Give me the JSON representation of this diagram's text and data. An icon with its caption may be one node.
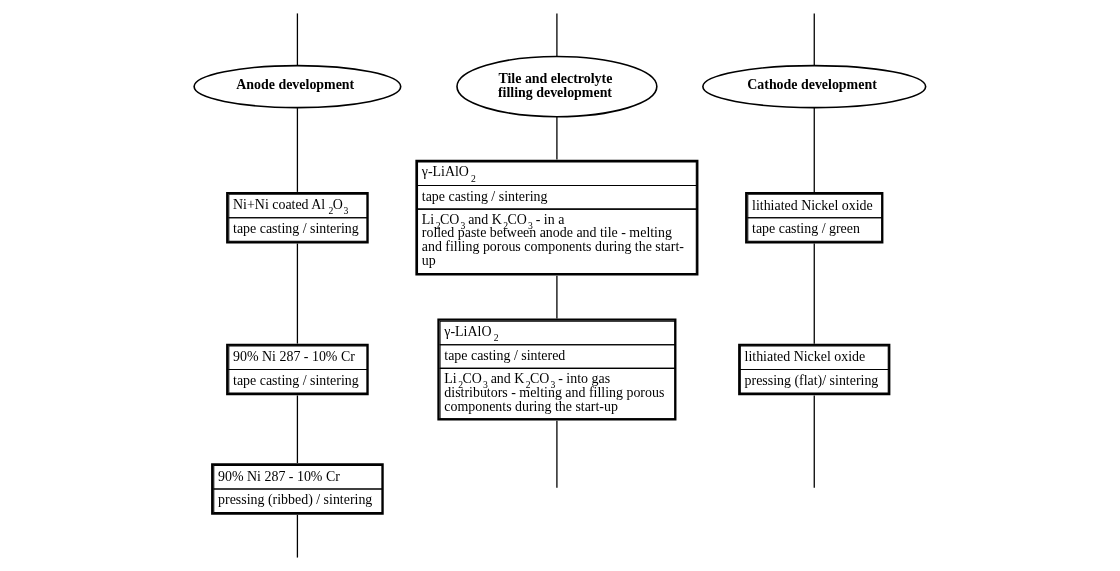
{
  "diagram": {
    "nodes": [
      {
        "text": [
          "Anode development"
        ]
      },
      {
        "text": [
          "Ni+Ni coated Al$_{2}$O$_{3}$",
          "tape casting / sintering"
        ]
      },
      {
        "text": [
          "90% Ni 287 - 10% Cr",
          "tape casting / sintering"
        ]
      },
      {
        "text": [
          "90% Ni 287 - 10% Cr",
          "pressing (ribbed) / sintering"
        ]
      },
      {
        "text": [
          "Tile and electrolyte filling development"
        ]
      },
      {
        "text": [
          "γ-LiAlO$_{2}$",
          "tape casting / sintering",
          "Li$_{2}$CO$_{3}$ and K$_{2}$CO$_{3}$ - in a rolled paste between anode and tile - melting and filling porous components during the start-up"
        ]
      },
      {
        "text": [
          "γ-LiAlO$_{2}$",
          "tape casting / sintered",
          "Li$_{2}$CO$_{3}$ and K$_{2}$CO$_{3}$ - into gas distributors - melting and filling porous components during the start-up"
        ]
      },
      {
        "text": [
          "Cathode development"
        ]
      },
      {
        "text": [
          "lithiated Nickel oxide",
          "tape casting / green"
        ]
      },
      {
        "text": [
          "lithiated Nickel oxide",
          "pressing (flat)/ sintering"
        ]
      }
    ],
    "edges": [
      {
        "from": null,
        "to": 0,
        "arrow": "none"
      },
      {
        "from": 0,
        "to": 1,
        "arrow": "none"
      },
      {
        "from": 1,
        "to": 2,
        "arrow": "none"
      },
      {
        "from": 2,
        "to": 3,
        "arrow": "none"
      },
      {
        "from": 3,
        "to": null,
        "arrow": "none"
      },
      {
        "from": null,
        "to": 4,
        "arrow": "none"
      },
      {
        "from": 4,
        "to": 5,
        "arrow": "none"
      },
      {
        "from": 5,
        "to": 6,
        "arrow": "none"
      },
      {
        "from": 6,
        "to": null,
        "arrow": "none"
      },
      {
        "from": null,
        "to": 7,
        "arrow": "none"
      },
      {
        "from": 7,
        "to": 8,
        "arrow": "none"
      },
      {
        "from": 8,
        "to": 9,
        "arrow": "none"
      },
      {
        "from": 9,
        "to": null,
        "arrow": "none"
      }
    ]
  }
}
